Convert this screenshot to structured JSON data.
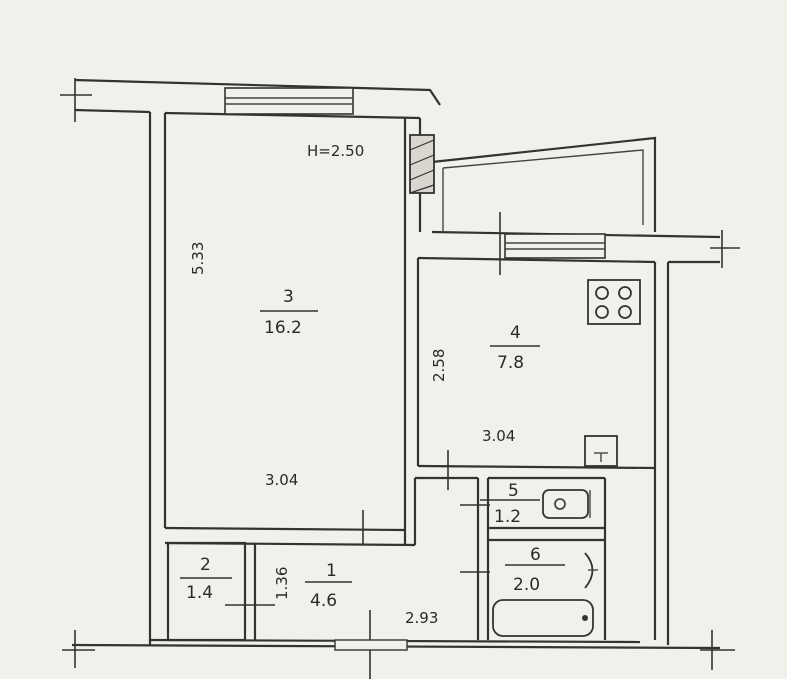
{
  "ceiling_height": "H=2.50",
  "rooms": {
    "room3": {
      "number": "3",
      "area": "16.2",
      "length": "5.33",
      "width": "3.04"
    },
    "room4": {
      "number": "4",
      "area": "7.8",
      "length": "2.58",
      "width": "3.04"
    },
    "room5": {
      "number": "5",
      "area": "1.2"
    },
    "room6": {
      "number": "6",
      "area": "2.0"
    },
    "room2": {
      "number": "2",
      "area": "1.4"
    },
    "room1": {
      "number": "1",
      "area": "4.6",
      "length": "1.36",
      "width": "2.93"
    }
  }
}
